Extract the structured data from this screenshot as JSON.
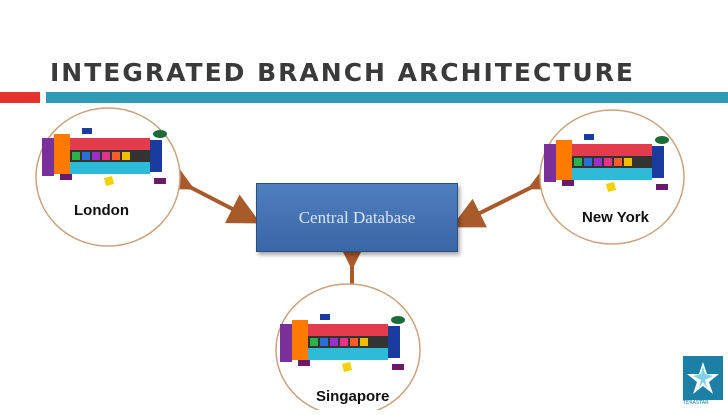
{
  "slide": {
    "title": "Integrated Branch Architecture",
    "accent_red": "#e5322d",
    "accent_teal": "#2f9bb7"
  },
  "diagram": {
    "central": {
      "label": "Central Database",
      "color": "#4672b4"
    },
    "branches": [
      {
        "id": "london",
        "label": "London"
      },
      {
        "id": "newyork",
        "label": "New York"
      },
      {
        "id": "singapore",
        "label": "Singapore"
      }
    ],
    "arrow_color": "#a85a2a"
  },
  "logo": {
    "name": "terastar-logo",
    "text": "TERASTAR"
  }
}
